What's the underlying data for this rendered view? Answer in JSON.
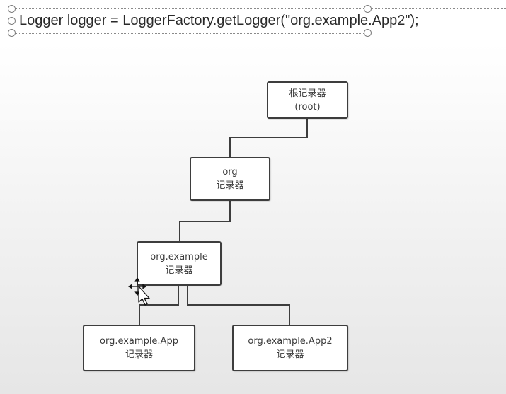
{
  "code_line": {
    "text": "Logger logger = LoggerFactory.getLogger(\"org.example.App2\");"
  },
  "diagram": {
    "nodes": {
      "root": {
        "line1": "根记录器",
        "line2": "(root)"
      },
      "org": {
        "line1": "org",
        "line2": "记录器"
      },
      "org_example": {
        "line1": "org.example",
        "line2": "记录器"
      },
      "org_example_app": {
        "line1": "org.example.App",
        "line2": "记录器"
      },
      "org_example_app2": {
        "line1": "org.example.App2",
        "line2": "记录器"
      }
    },
    "connector_color": "#3d3d3d"
  },
  "cursor": {
    "icon": "move-cursor-icon"
  }
}
